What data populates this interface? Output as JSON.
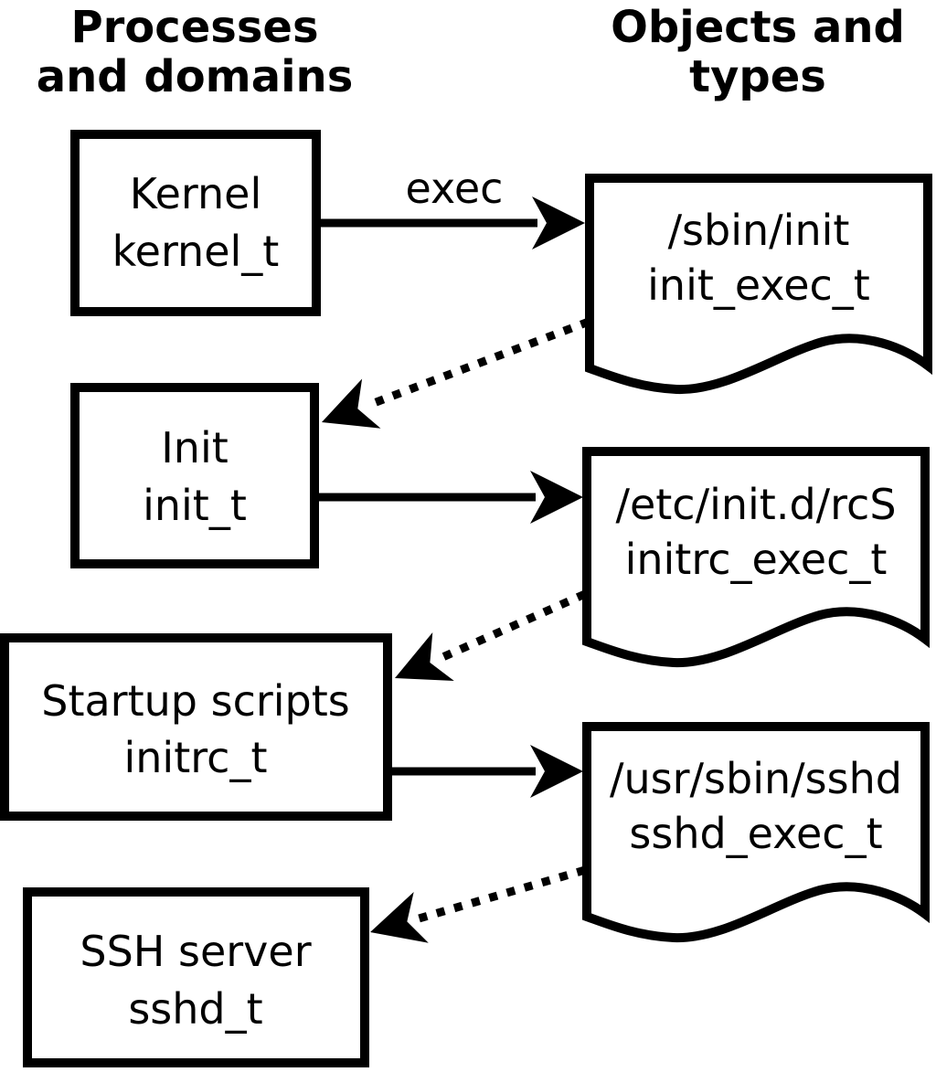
{
  "diagram": {
    "column_headers": {
      "left": {
        "line1": "Processes",
        "line2": "and domains"
      },
      "right": {
        "line1": "Objects and",
        "line2": "types"
      }
    },
    "process_boxes": [
      {
        "label": "Kernel",
        "domain": "kernel_t"
      },
      {
        "label": "Init",
        "domain": "init_t"
      },
      {
        "label": "Startup scripts",
        "domain": "initrc_t"
      },
      {
        "label": "SSH server",
        "domain": "sshd_t"
      }
    ],
    "object_docs": [
      {
        "path": "/sbin/init",
        "type": "init_exec_t"
      },
      {
        "path": "/etc/init.d/rcS",
        "type": "initrc_exec_t"
      },
      {
        "path": "/usr/sbin/sshd",
        "type": "sshd_exec_t"
      }
    ],
    "edges": [
      {
        "from": "Kernel kernel_t",
        "to": "/sbin/init init_exec_t",
        "style": "solid",
        "label": "exec"
      },
      {
        "from": "/sbin/init init_exec_t",
        "to": "Init init_t",
        "style": "dotted",
        "label": ""
      },
      {
        "from": "Init init_t",
        "to": "/etc/init.d/rcS initrc_exec_t",
        "style": "solid",
        "label": ""
      },
      {
        "from": "/etc/init.d/rcS initrc_exec_t",
        "to": "Startup scripts initrc_t",
        "style": "dotted",
        "label": ""
      },
      {
        "from": "Startup scripts initrc_t",
        "to": "/usr/sbin/sshd sshd_exec_t",
        "style": "solid",
        "label": ""
      },
      {
        "from": "/usr/sbin/sshd sshd_exec_t",
        "to": "SSH server sshd_t",
        "style": "dotted",
        "label": ""
      }
    ],
    "colors": {
      "ink": "#000000",
      "background": "#ffffff"
    }
  }
}
